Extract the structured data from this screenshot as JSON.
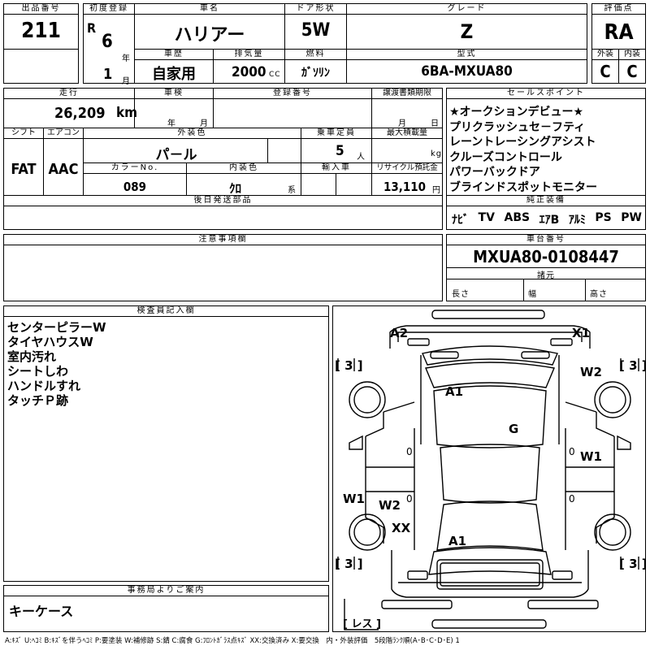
{
  "header": {
    "lot_label": "出品番号",
    "lot_value": "211",
    "reg_label": "初度登録",
    "reg_era": "R",
    "reg_year": "6",
    "year_unit": "年",
    "reg_month": "1",
    "month_unit": "月",
    "name_label": "車名",
    "name_value": "ハリアー",
    "door_label": "ドア形状",
    "door_value": "5W",
    "grade_label": "グレード",
    "grade_value": "Z",
    "score_label": "評価点",
    "score_value": "RA",
    "ext_label": "外装",
    "ext_value": "C",
    "int_label": "内装",
    "int_value": "C",
    "history_label": "車歴",
    "history_value": "自家用",
    "displacement_label": "排気量",
    "displacement_value": "2000",
    "displacement_unit": "CC",
    "fuel_label": "燃料",
    "fuel_value": "ｶﾞｿﾘﾝ",
    "model_label": "型式",
    "model_value": "6BA-MXUA80"
  },
  "detail": {
    "mileage_label": "走行",
    "mileage_value": "26,209",
    "mileage_unit": "km",
    "inspection_label": "車検",
    "insp_year_unit": "年",
    "insp_month_unit": "月",
    "regno_label": "登録番号",
    "transfer_label": "譲渡書類期限",
    "transfer_month_unit": "月",
    "transfer_day_unit": "日",
    "shift_label": "シフト",
    "shift_value": "FAT",
    "ac_label": "エアコン",
    "ac_value": "AAC",
    "color_label": "外装色",
    "color_value": "パ－ル",
    "capacity_label": "乗車定員",
    "capacity_value": "5",
    "capacity_unit": "人",
    "loadmax_label": "最大積載量",
    "loadmax_unit": "kg",
    "colorno_label": "カラーNo.",
    "colorno_value": "089",
    "intcolor_label": "内装色",
    "intcolor_value": "ｸﾛ",
    "intcolor_unit": "系",
    "import_label": "輸入車",
    "recycle_label": "リサイクル預託金",
    "recycle_value": "13,110",
    "recycle_unit": "円",
    "later_label": "後日発送部品"
  },
  "sales_points": {
    "label": "セールスポイント",
    "items": [
      "★オークションデビュー★",
      "プリクラッシュセ－フティ",
      "レーントレーシングアシスト",
      "クルーズコントロール",
      "パワーバックドア",
      "ブラインドスポットモニター"
    ]
  },
  "equipment": {
    "label": "純正装備",
    "items": [
      "ﾅﾋﾞ",
      "TV",
      "ABS",
      "ｴｱB",
      "ｱﾙﾐ",
      "PS",
      "PW"
    ]
  },
  "notes_label": "注意事項欄",
  "chassis": {
    "label": "車台番号",
    "value": "MXUA80-0108447",
    "spec_label": "諸元",
    "length_label": "長さ",
    "width_label": "幅",
    "height_label": "高さ"
  },
  "inspector": {
    "label": "検査員記入欄",
    "notes": [
      "センターピラーW",
      "タイヤハウスW",
      "室内汚れ",
      "シートしわ",
      "ハンドルすれ",
      "タッチＰ跡"
    ]
  },
  "office": {
    "label": "事務局よりご案内",
    "value": "キーケース"
  },
  "diagram": {
    "marks": {
      "a2": "A2",
      "x1": "X1",
      "w2_front_r": "W2",
      "a1_front": "A1",
      "g": "G",
      "w1_right": "W1",
      "w1_left": "W1",
      "w2_rear_l": "W2",
      "xx": "XX",
      "a1_rear": "A1"
    },
    "tires": {
      "fl": "3",
      "fr": "3",
      "rl": "3",
      "rr": "3"
    },
    "spare": "レス",
    "zeros": [
      "0",
      "0",
      "0",
      "0"
    ]
  },
  "legend": "A:ｷｽﾞ U:ﾍｺﾐ B:ｷｽﾞを伴うﾍｺﾐ P:要塗装 W:補修跡 S:錆 C:腐食 G:ﾌﾛﾝﾄｶﾞﾗｽ点ｷｽﾞ XX:交換済み X:要交換　内・外装評価　5段階ﾗﾝｸ順(A･B･C･D･E) 1"
}
